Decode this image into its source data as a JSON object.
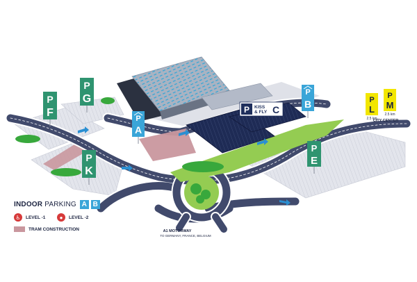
{
  "map": {
    "parking_signs": [
      {
        "letter": "F",
        "color": "#2f9470",
        "icon": "parking-icon"
      },
      {
        "letter": "G",
        "color": "#2f9470",
        "icon": "parking-icon"
      },
      {
        "letter": "K",
        "color": "#2f9470",
        "icon": "parking-icon"
      },
      {
        "letter": "E",
        "color": "#2f9470",
        "icon": "parking-icon"
      },
      {
        "letter": "A",
        "color": "#3aa5d8",
        "icon": "covered-parking-icon"
      },
      {
        "letter": "B",
        "color": "#3aa5d8",
        "icon": "covered-parking-icon"
      }
    ],
    "remote_parking": [
      {
        "letter": "L",
        "distance": "2.5 km",
        "color": "#f2e600",
        "icon": "parking-icon"
      },
      {
        "letter": "M",
        "distance": "2.5 km",
        "color": "#f2e600",
        "icon": "parking-icon"
      }
    ],
    "kiss_fly": {
      "p": "P",
      "line1": "KISS",
      "line2": "& FLY",
      "letter": "C",
      "color": "#1f2f5c"
    },
    "labels": {
      "city_center": "CITY CENTER",
      "motorway": "A1 MOTORWAY",
      "motorway_sub": "TO GERMANY, FRANCE, BELGIUM"
    }
  },
  "legend": {
    "title_strong": "INDOOR",
    "title_light": "PARKING",
    "badge_a": "A",
    "badge_b": "B",
    "items": [
      {
        "label": "LEVEL -1",
        "icon": "accessible-icon",
        "color": "#d63a3a"
      },
      {
        "label": "LEVEL -2",
        "icon": "family-icon",
        "color": "#d63a3a"
      },
      {
        "label": "TRAM CONSTRUCTION",
        "icon": "construction-swatch",
        "color": "#c9979e"
      }
    ]
  },
  "colors": {
    "road": "#414a6c",
    "road_edge": "#ffffff",
    "ground": "#e7e8ee",
    "grass": "#94cc52",
    "tree": "#38a83c",
    "terminal_roof": "#a7b1c0",
    "indoor_parking": "#1e2b55",
    "construction": "#c9979e",
    "arrow": "#2a8fd2"
  }
}
